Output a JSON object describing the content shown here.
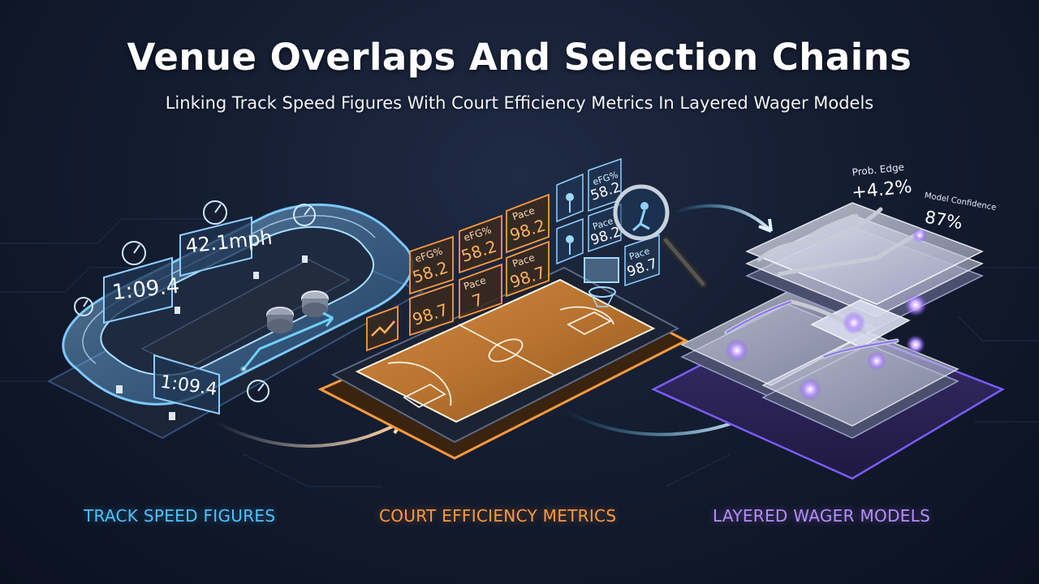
{
  "header": {
    "title": "Venue Overlaps And Selection Chains",
    "subtitle": "Linking Track Speed Figures With Court Efficiency Metrics In Layered Wager Models"
  },
  "sections": {
    "track_label": "TRACK SPEED FIGURES",
    "court_label": "COURT EFFICIENCY METRICS",
    "wager_label": "LAYERED WAGER MODELS"
  },
  "track": {
    "time_top": "1:09.4",
    "speed": "42.1mph",
    "time_bottom": "1:09.4"
  },
  "court_cards": [
    {
      "label": "eFG%",
      "value": "58.2"
    },
    {
      "label": "eFG%",
      "value": "58.2"
    },
    {
      "label": "Pace",
      "value": "98.2"
    },
    {
      "label": "Pace",
      "value": "7"
    },
    {
      "label": "Pace",
      "value": "98.7"
    },
    {
      "label": "",
      "value": "98.7"
    }
  ],
  "side_cards": [
    {
      "label": "eFG%",
      "value": "58.2"
    },
    {
      "label": "Pace",
      "value": "98.2"
    },
    {
      "label": "Pace",
      "value": "98.7"
    }
  ],
  "wager": {
    "prob_edge_label": "Prob. Edge",
    "prob_edge_value": "+4.2%",
    "confidence_label": "Model Confidence",
    "confidence_value": "87%"
  },
  "colors": {
    "track_accent": "#4cc3ff",
    "court_accent": "#ff9a3d",
    "wager_accent": "#b88cff",
    "background": "#141d31"
  }
}
